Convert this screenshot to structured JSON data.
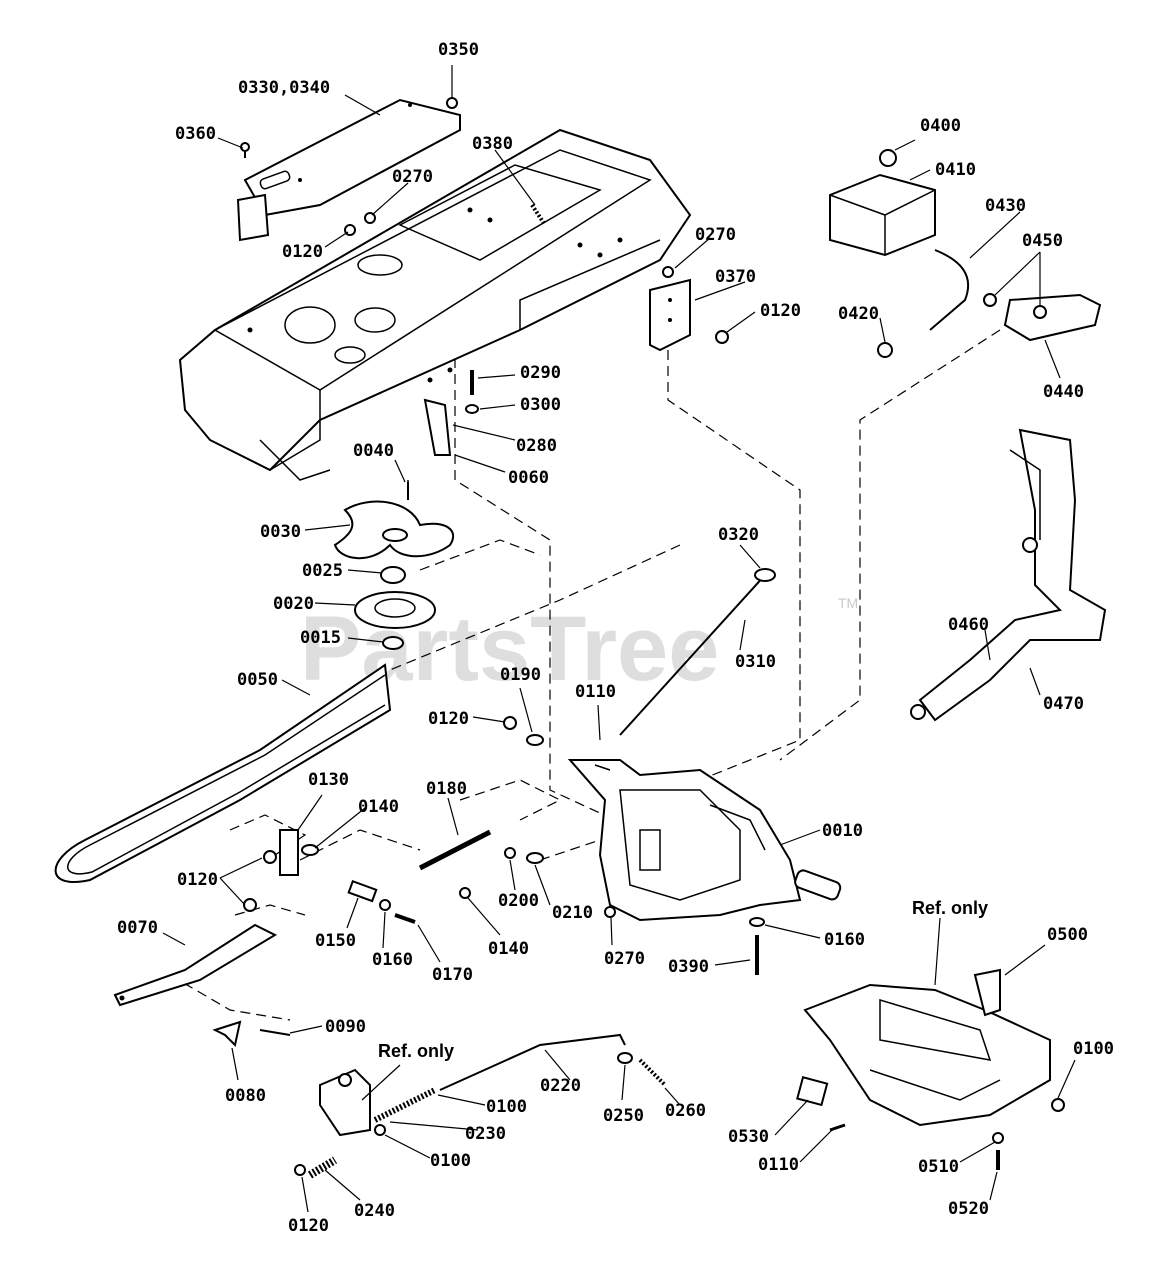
{
  "watermark": {
    "text": "PartsTree",
    "trademark": "TM"
  },
  "ref_labels": [
    "Ref. only",
    "Ref. only"
  ],
  "callouts": [
    "0350",
    "0330,0340",
    "0360",
    "0380",
    "0270",
    "0120",
    "0400",
    "0410",
    "0430",
    "0450",
    "0420",
    "0440",
    "0270",
    "0370",
    "0120",
    "0290",
    "0300",
    "0280",
    "0040",
    "0060",
    "0030",
    "0025",
    "0020",
    "0015",
    "0320",
    "0310",
    "0460",
    "0470",
    "0050",
    "0190",
    "0110",
    "0120",
    "0180",
    "0130",
    "0140",
    "0010",
    "0120",
    "0200",
    "0210",
    "0140",
    "0070",
    "0150",
    "0160",
    "0170",
    "0270",
    "0160",
    "0390",
    "0500",
    "0090",
    "0080",
    "0220",
    "0100",
    "0230",
    "0100",
    "0250",
    "0260",
    "0100",
    "0530",
    "0110",
    "0510",
    "0520",
    "0120",
    "0240"
  ]
}
